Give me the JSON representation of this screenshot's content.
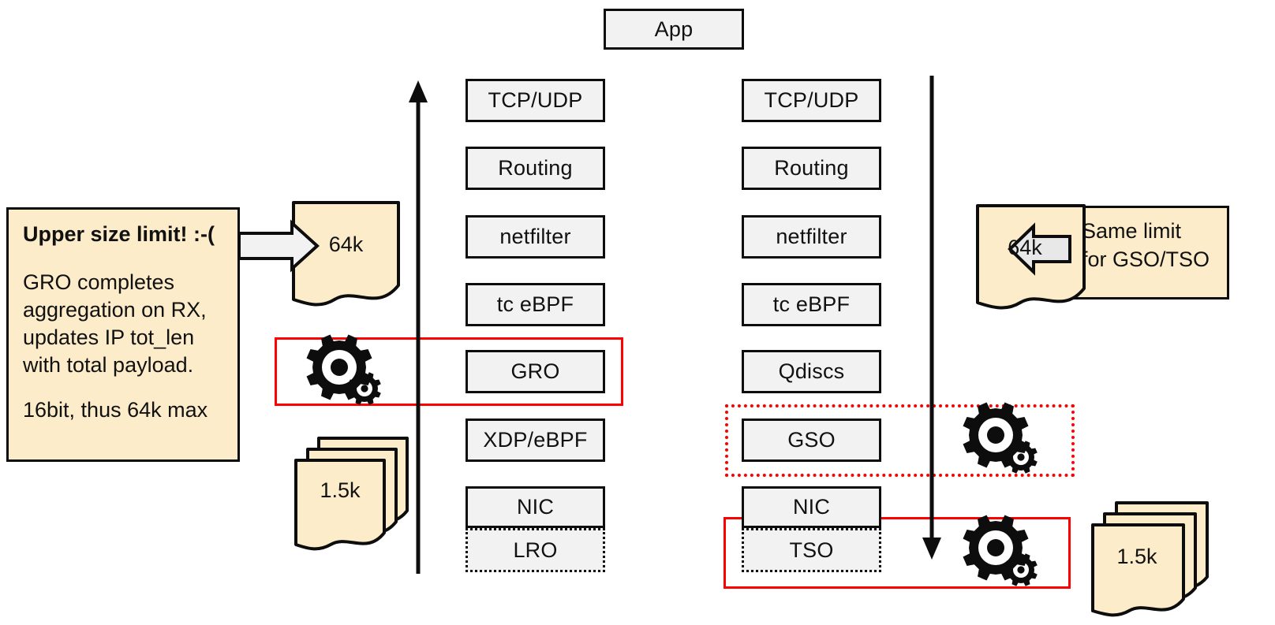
{
  "diagram": {
    "title_box": {
      "label": "App"
    },
    "rx_stack": {
      "name": "receive-path",
      "direction_arrow": "up-arrow",
      "boxes": [
        {
          "label": "TCP/UDP",
          "style": "solid"
        },
        {
          "label": "Routing",
          "style": "solid"
        },
        {
          "label": "netfilter",
          "style": "solid"
        },
        {
          "label": "tc eBPF",
          "style": "solid"
        },
        {
          "label": "GRO",
          "style": "solid"
        },
        {
          "label": "XDP/eBPF",
          "style": "solid"
        },
        {
          "label": "NIC",
          "style": "solid"
        },
        {
          "label": "LRO",
          "style": "dotted"
        }
      ]
    },
    "tx_stack": {
      "name": "transmit-path",
      "direction_arrow": "down-arrow",
      "boxes": [
        {
          "label": "TCP/UDP",
          "style": "solid"
        },
        {
          "label": "Routing",
          "style": "solid"
        },
        {
          "label": "netfilter",
          "style": "solid"
        },
        {
          "label": "tc eBPF",
          "style": "solid"
        },
        {
          "label": "Qdiscs",
          "style": "solid"
        },
        {
          "label": "GSO",
          "style": "solid"
        },
        {
          "label": "NIC",
          "style": "solid"
        },
        {
          "label": "TSO",
          "style": "dotted"
        }
      ]
    },
    "left_callout": {
      "heading": "Upper size limit! :-(",
      "body": "GRO completes aggregation on RX, updates IP tot_len with total payload.",
      "footer": "16bit, thus 64k max"
    },
    "right_callout": {
      "line1": "Same limit",
      "line2": "for GSO/TSO"
    },
    "packets": {
      "rx_large": "64k",
      "rx_small": "1.5k",
      "tx_large": "64k",
      "tx_small": "1.5k"
    },
    "highlights": [
      {
        "name": "gro-highlight",
        "style": "solid",
        "color": "#ff0000"
      },
      {
        "name": "gso-highlight",
        "style": "dotted",
        "color": "#ff0000"
      },
      {
        "name": "tso-highlight",
        "style": "solid",
        "color": "#ff0000"
      }
    ],
    "gears": [
      {
        "name": "gro-gears-icon"
      },
      {
        "name": "gso-gears-icon"
      },
      {
        "name": "tso-gears-icon"
      }
    ],
    "colors": {
      "box_fill": "#f2f2f2",
      "box_stroke": "#0d0d0d",
      "callout_fill": "#fcecc9",
      "highlight": "#ff0000",
      "arrow_fill": "#f2f2f2"
    }
  }
}
